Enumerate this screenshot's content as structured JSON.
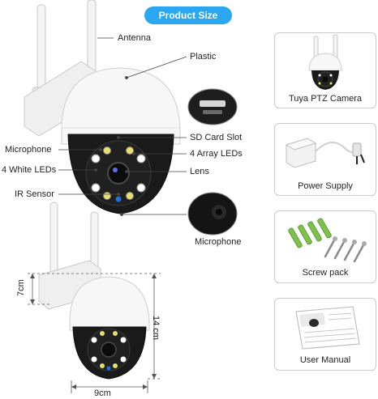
{
  "header": {
    "title": "Product Size"
  },
  "callouts": {
    "antenna": "Antenna",
    "plastic": "Plastic",
    "sd_card_slot": "SD Card Slot",
    "microphone_left": "Microphone",
    "array_leds": "4 Array LEDs",
    "white_leds": "4 White LEDs",
    "lens": "Lens",
    "ir_sensor": "IR Sensor",
    "microphone_bottom": "Microphone"
  },
  "dimensions": {
    "antenna_height": "7cm",
    "camera_height": "14 cm",
    "camera_width": "9cm"
  },
  "package": [
    {
      "label": "Tuya PTZ Camera",
      "icon": "camera-icon"
    },
    {
      "label": "Power Supply",
      "icon": "power-adapter-icon"
    },
    {
      "label": "Screw pack",
      "icon": "screws-icon"
    },
    {
      "label": "User Manual",
      "icon": "manual-icon"
    }
  ],
  "colors": {
    "accent": "#2aa7f0",
    "body_white": "#f2f2f2",
    "face_black": "#1a1a1a",
    "led_blue": "#1f6fe0"
  }
}
